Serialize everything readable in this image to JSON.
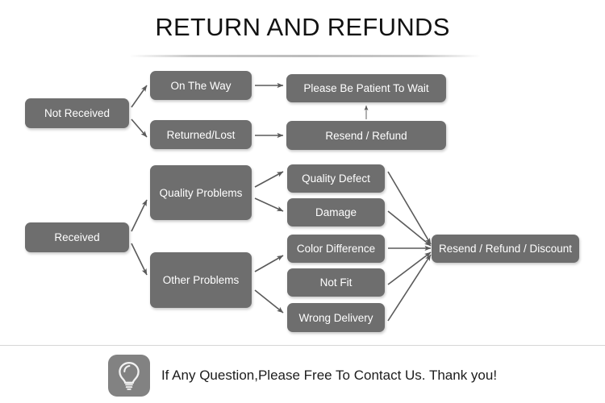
{
  "page": {
    "title": "RETURN AND REFUNDS",
    "background_color": "#ffffff",
    "node_color": "#6e6e6e",
    "node_text_color": "#ffffff",
    "arrow_color": "#5a5a5a",
    "divider_color": "#bcbcbc"
  },
  "flow": {
    "not_received": "Not Received",
    "on_the_way": "On The Way",
    "returned_lost": "Returned/Lost",
    "please_wait": "Please Be Patient To Wait",
    "resend_refund": "Resend / Refund",
    "received": "Received",
    "quality_problems": "Quality Problems",
    "other_problems": "Other Problems",
    "quality_defect": "Quality Defect",
    "damage": "Damage",
    "color_difference": "Color Difference",
    "not_fit": "Not Fit",
    "wrong_delivery": "Wrong Delivery",
    "resend_refund_discount": "Resend / Refund / Discount"
  },
  "footer": {
    "icon": "lightbulb-icon",
    "text": "If Any Question,Please Free To Contact Us. Thank you!"
  }
}
